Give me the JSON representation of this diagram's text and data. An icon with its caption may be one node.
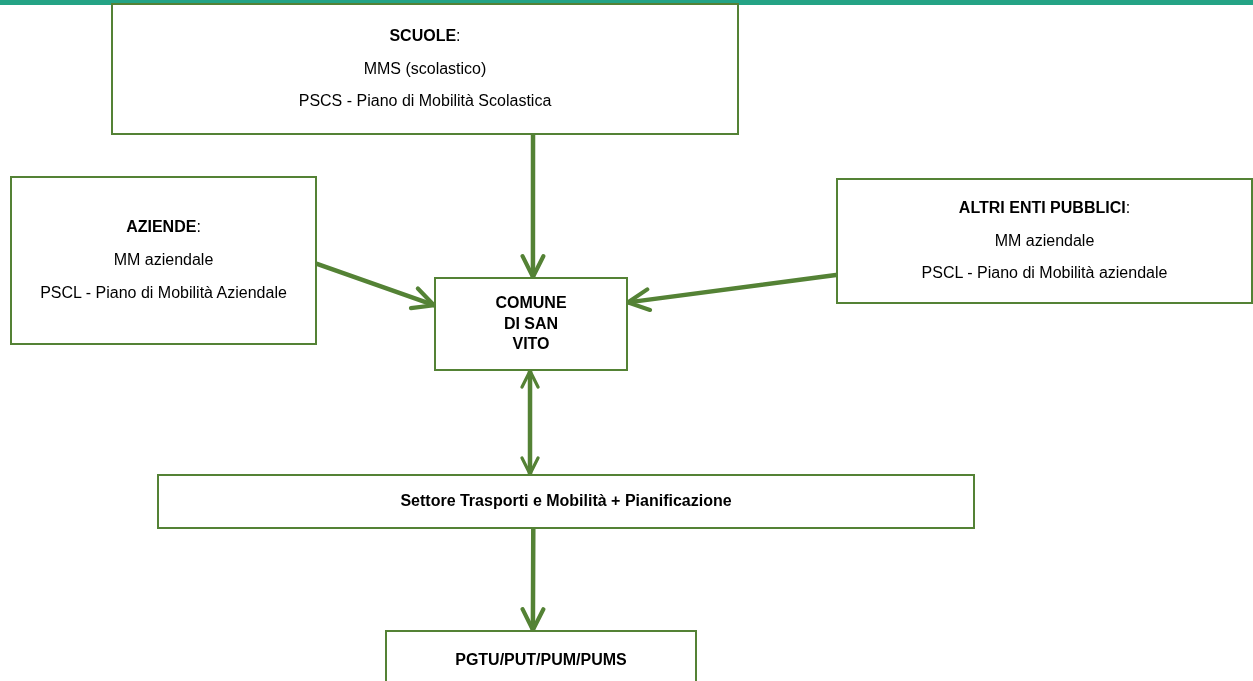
{
  "diagram": {
    "nodes": [
      {
        "text": [
          "**SCUOLE**:",
          "MMS (scolastico)",
          "PSCS - Piano di Mobilità Scolastica"
        ]
      },
      {
        "text": [
          "**AZIENDE**:",
          "MM aziendale",
          "PSCL - Piano di Mobilità Aziendale"
        ]
      },
      {
        "text": [
          "**ALTRI ENTI PUBBLICI**:",
          "MM aziendale",
          "PSCL - Piano di Mobilità aziendale"
        ]
      },
      {
        "text": [
          "COMUNE DI SAN VITO"
        ]
      },
      {
        "text": [
          "Settore Trasporti e Mobilità + Pianificazione"
        ]
      },
      {
        "text": [
          "PGTU/PUT/PUM/PUMS"
        ]
      }
    ],
    "edges": [
      {
        "from": 0,
        "to": 3,
        "arrow": "to"
      },
      {
        "from": 1,
        "to": 3,
        "arrow": "to"
      },
      {
        "from": 2,
        "to": 3,
        "arrow": "to"
      },
      {
        "from": 3,
        "to": 4,
        "arrow": "both"
      },
      {
        "from": 4,
        "to": 5,
        "arrow": "to"
      }
    ]
  }
}
